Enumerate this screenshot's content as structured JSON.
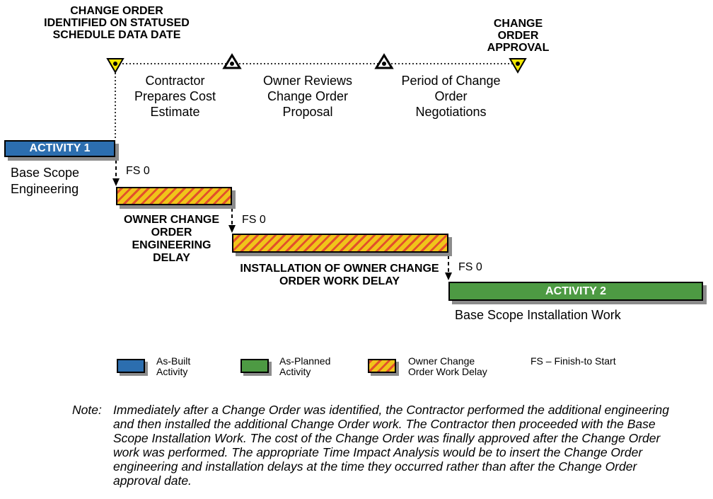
{
  "milestones": {
    "identified": "CHANGE ORDER IDENTIFIED ON STATUSED SCHEDULE DATA DATE",
    "approval": "CHANGE ORDER APPROVAL"
  },
  "phases": {
    "cost_estimate": "Contractor Prepares Cost Estimate",
    "owner_review": "Owner Reviews Change Order Proposal",
    "negotiations": "Period of Change Order Negotiations"
  },
  "activities": {
    "activity1": {
      "label": "ACTIVITY 1",
      "description": "Base Scope Engineering"
    },
    "activity2": {
      "label": "ACTIVITY 2",
      "description": "Base Scope Installation Work"
    }
  },
  "delays": {
    "engineering": "OWNER CHANGE ORDER ENGINEERING DELAY",
    "installation": "INSTALLATION OF OWNER CHANGE ORDER WORK DELAY"
  },
  "links": {
    "fs0": "FS 0"
  },
  "legend": {
    "as_built": "As-Built Activity",
    "as_planned": "As-Planned Activity",
    "owner_delay": "Owner Change Order Work Delay",
    "fs": "FS – Finish-to Start"
  },
  "note": {
    "prefix": "Note:",
    "text": "Immediately after a Change Order was identified, the Contractor performed the additional engineering and then installed the additional Change Order work. The Contractor then proceeded with the Base Scope Installation Work. The cost of the Change Order was finally approved after the Change Order work was performed. The appropriate Time Impact Analysis would be to insert the Change Order engineering and installation delays at the time they occurred rather than after the Change Order approval date."
  },
  "colors": {
    "as_built": "#2c6eaf",
    "as_planned": "#4d9a43",
    "hatch_yellow": "#f0c41a",
    "hatch_red": "#e2502b",
    "milestone_yellow": "#f2e600"
  }
}
